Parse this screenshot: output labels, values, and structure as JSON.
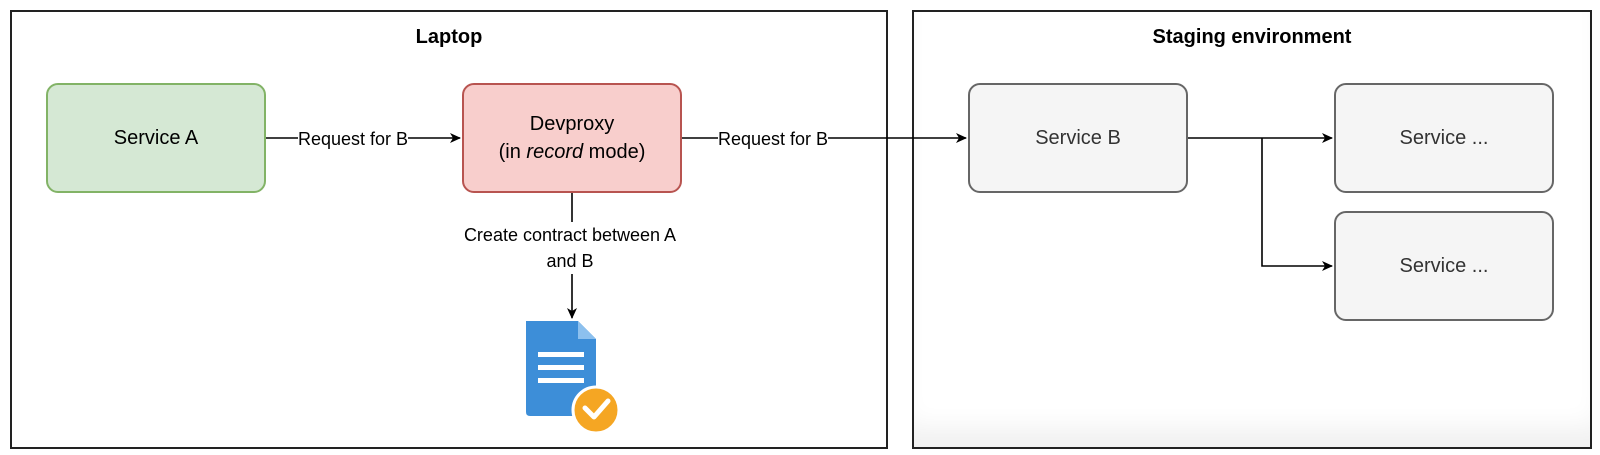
{
  "panels": {
    "laptop_title": "Laptop",
    "staging_title": "Staging environment"
  },
  "nodes": {
    "service_a": "Service A",
    "devproxy_line1": "Devproxy",
    "devproxy_line2_prefix": "(in ",
    "devproxy_line2_emph": "record",
    "devproxy_line2_suffix": " mode)",
    "service_b": "Service B",
    "service_downstream_1": "Service ...",
    "service_downstream_2": "Service ..."
  },
  "edges": {
    "a_to_devproxy": "Request for B",
    "devproxy_to_b": "Request for B",
    "contract": "Create contract between A and B"
  },
  "icons": {
    "contract_document": "document-check-icon",
    "document_color": "#3d8ed8",
    "check_color": "#f5a623"
  },
  "colors": {
    "service_a_fill": "#d5e8d4",
    "service_a_stroke": "#82b366",
    "devproxy_fill": "#f8cecc",
    "devproxy_stroke": "#b85450",
    "staging_fill": "#f5f5f5",
    "staging_stroke": "#666666"
  }
}
